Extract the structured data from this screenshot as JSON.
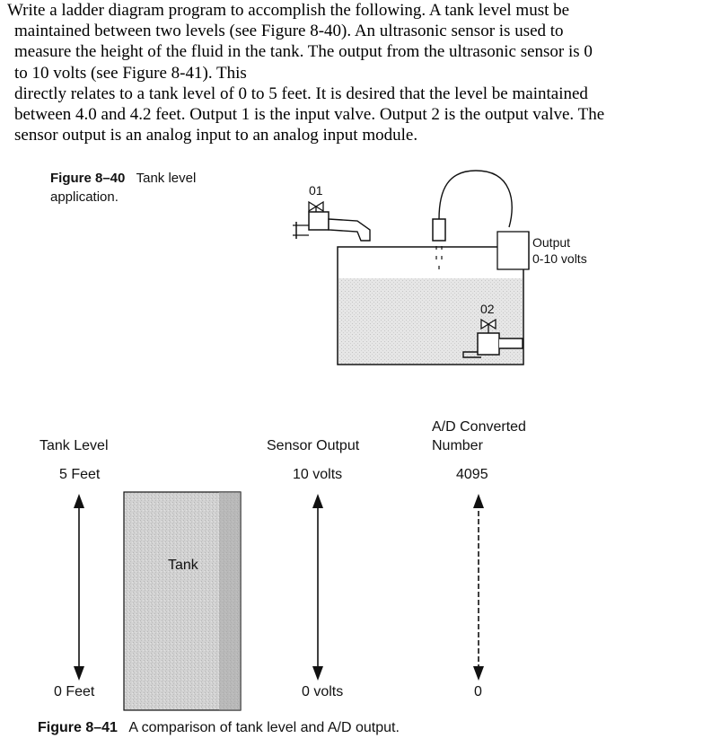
{
  "problem": {
    "lines": [
      "Write a ladder diagram program to accomplish the following. A tank level must be",
      "maintained between two levels (see Figure 8-40). An ultrasonic sensor is used to",
      "measure the height of the fluid in the tank. The output from the ultrasonic sensor is 0",
      "to 10 volts (see Figure 8-41). This",
      "directly relates to a tank level of 0 to 5 feet. It is desired that the level be maintained",
      "between 4.0 and 4.2 feet. Output 1 is the input valve. Output 2 is the output valve. The",
      "sensor output is an analog input to an analog input module."
    ]
  },
  "figure_8_40": {
    "caption_number": "Figure 8–40",
    "caption_title": "Tank level",
    "caption_line2": "application.",
    "valve1_label": "01",
    "valve2_label": "02",
    "sensor_box_label_1": "Output",
    "sensor_box_label_2": "0-10 volts"
  },
  "figure_8_41": {
    "tank_level_header": "Tank Level",
    "tank_level_top": "5 Feet",
    "tank_level_bottom": "0 Feet",
    "tank_label": "Tank",
    "sensor_header": "Sensor Output",
    "sensor_top": "10 volts",
    "sensor_bottom": "0 volts",
    "ad_header_1": "A/D Converted",
    "ad_header_2": "Number",
    "ad_top": "4095",
    "ad_bottom": "0",
    "caption_number": "Figure 8–41",
    "caption_title": "A comparison of tank level and A/D output."
  }
}
